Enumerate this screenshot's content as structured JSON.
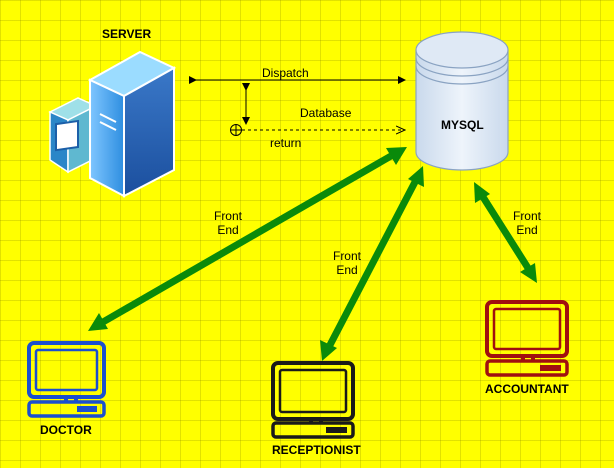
{
  "nodes": {
    "server": {
      "label": "SERVER",
      "icon": "server-icon"
    },
    "mysql": {
      "label": "MYSQL",
      "icon": "database-icon"
    },
    "doctor": {
      "label": "DOCTOR",
      "icon": "computer-icon",
      "color": "#1a4fcf"
    },
    "receptionist": {
      "label": "RECEPTIONIST",
      "icon": "computer-icon",
      "color": "#1a1a1a"
    },
    "accountant": {
      "label": "ACCOUNTANT",
      "icon": "computer-icon",
      "color": "#a01010"
    }
  },
  "edges": {
    "dispatch": "Dispatch",
    "database": "Database",
    "return": "return",
    "doctor_link": {
      "line1": "Front",
      "line2": "End"
    },
    "receptionist_link": {
      "line1": "Front",
      "line2": "End"
    },
    "accountant_link": {
      "line1": "Front",
      "line2": "End"
    }
  },
  "colors": {
    "background": "#ffff00",
    "front_end_arrow": "#0a8a0a"
  }
}
